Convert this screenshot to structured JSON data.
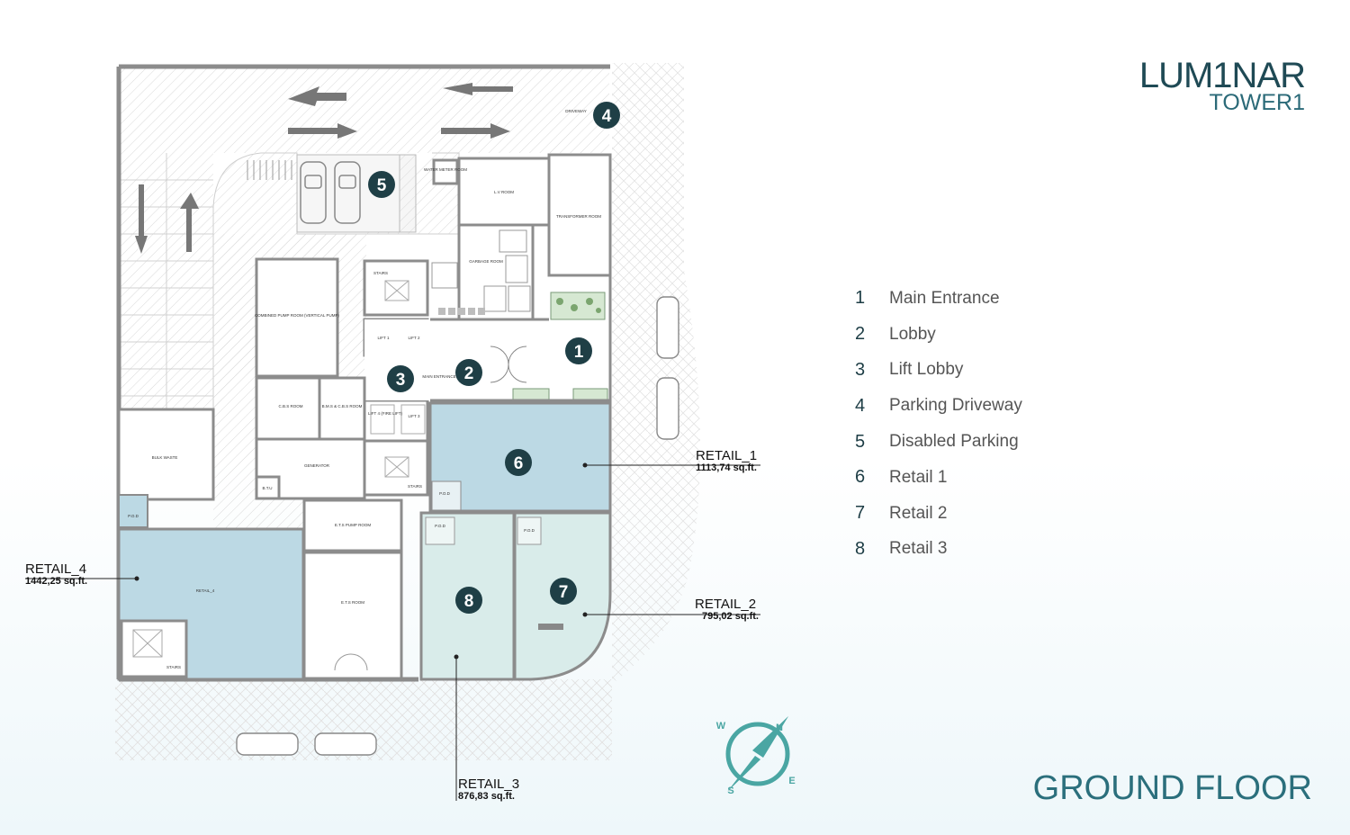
{
  "brand": {
    "name": "LUM1NAR",
    "tower": "TOWER1"
  },
  "floor_title": "GROUND FLOOR",
  "legend": [
    {
      "n": "1",
      "label": "Main Entrance"
    },
    {
      "n": "2",
      "label": "Lobby"
    },
    {
      "n": "3",
      "label": "Lift Lobby"
    },
    {
      "n": "4",
      "label": "Parking Driveway"
    },
    {
      "n": "5",
      "label": "Disabled Parking"
    },
    {
      "n": "6",
      "label": "Retail 1"
    },
    {
      "n": "7",
      "label": "Retail 2"
    },
    {
      "n": "8",
      "label": "Retail 3"
    }
  ],
  "retail_callouts": {
    "r1": {
      "name": "RETAIL_1",
      "area": "1113,74 sq.ft."
    },
    "r2": {
      "name": "RETAIL_2",
      "area": "795,02 sq.ft."
    },
    "r3": {
      "name": "RETAIL_3",
      "area": "876,83 sq.ft."
    },
    "r4": {
      "name": "RETAIL_4",
      "area": "1442,25 sq.ft."
    }
  },
  "room_labels": {
    "driveway": "DRIVEWAY",
    "water_meter": "WATER METER ROOM",
    "lv": "L.V ROOM",
    "transformer": "TRANSFORMER ROOM",
    "garbage": "GARBAGE ROOM",
    "stairs": "STAIRS",
    "pump": "COMBINED PUMP ROOM (VERTICAL PUMP)",
    "lift1": "LIFT 1",
    "lift2": "LIFT 2",
    "lift3": "LIFT 3",
    "lift4": "LIFT 4 (FIRE LIFT)",
    "main_entrance": "MAIN ENTRANCE",
    "cbs": "C.B.S ROOM",
    "bms": "B.M.S & C.B.S ROOM",
    "bulk": "BULK WASTE",
    "generator": "GENERATOR",
    "btu": "B.T.U",
    "ets_pump": "E.T.S PUMP ROOM",
    "ets": "E.T.S ROOM",
    "pod": "P.O.D",
    "retail4": "RETAIL_4"
  },
  "markers": [
    "1",
    "2",
    "3",
    "4",
    "5",
    "6",
    "7",
    "8"
  ],
  "compass": {
    "n": "N",
    "e": "E",
    "s": "S",
    "w": "W"
  },
  "colors": {
    "accent": "#1f3f46",
    "retail_blue": "#b9d9e3",
    "retail_green": "#d8ebea",
    "compass": "#4aa6a3"
  }
}
